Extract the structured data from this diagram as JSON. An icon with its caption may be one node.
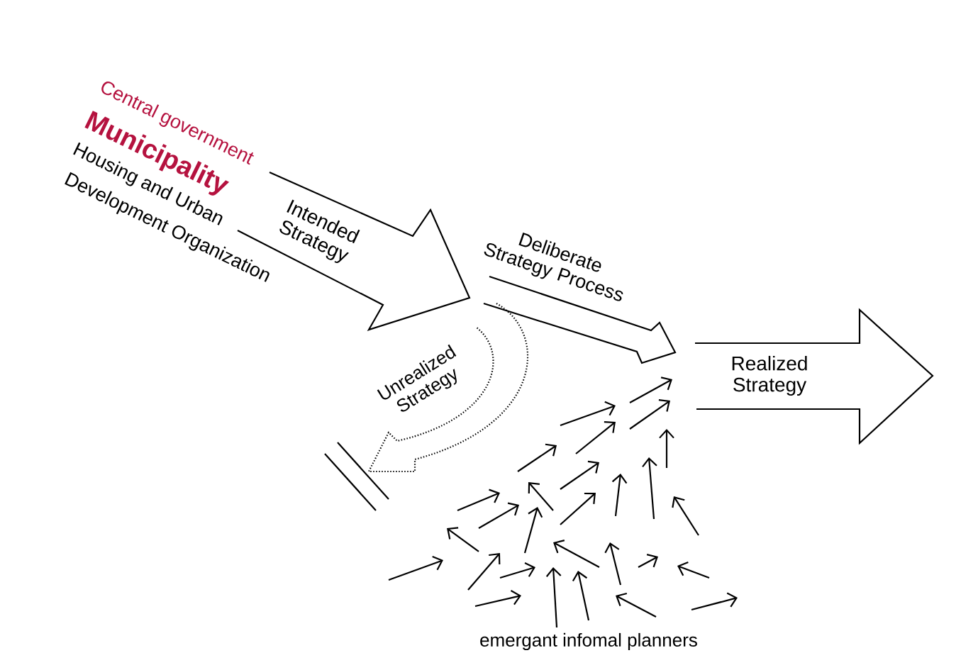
{
  "diagram": {
    "nodes": [
      {
        "text": [
          "Intended Strategy"
        ]
      },
      {
        "text": [
          "Deliberate Strategy Process"
        ]
      },
      {
        "text": [
          "Realized Strategy"
        ]
      },
      {
        "text": [
          "Unrealized Strategy"
        ]
      },
      {
        "text": [],
        "shape": "bar"
      }
    ],
    "labels": [
      "Central government",
      "Municipality",
      "Housing and Urban",
      "Development Organization",
      "emergant infomal planners"
    ]
  }
}
